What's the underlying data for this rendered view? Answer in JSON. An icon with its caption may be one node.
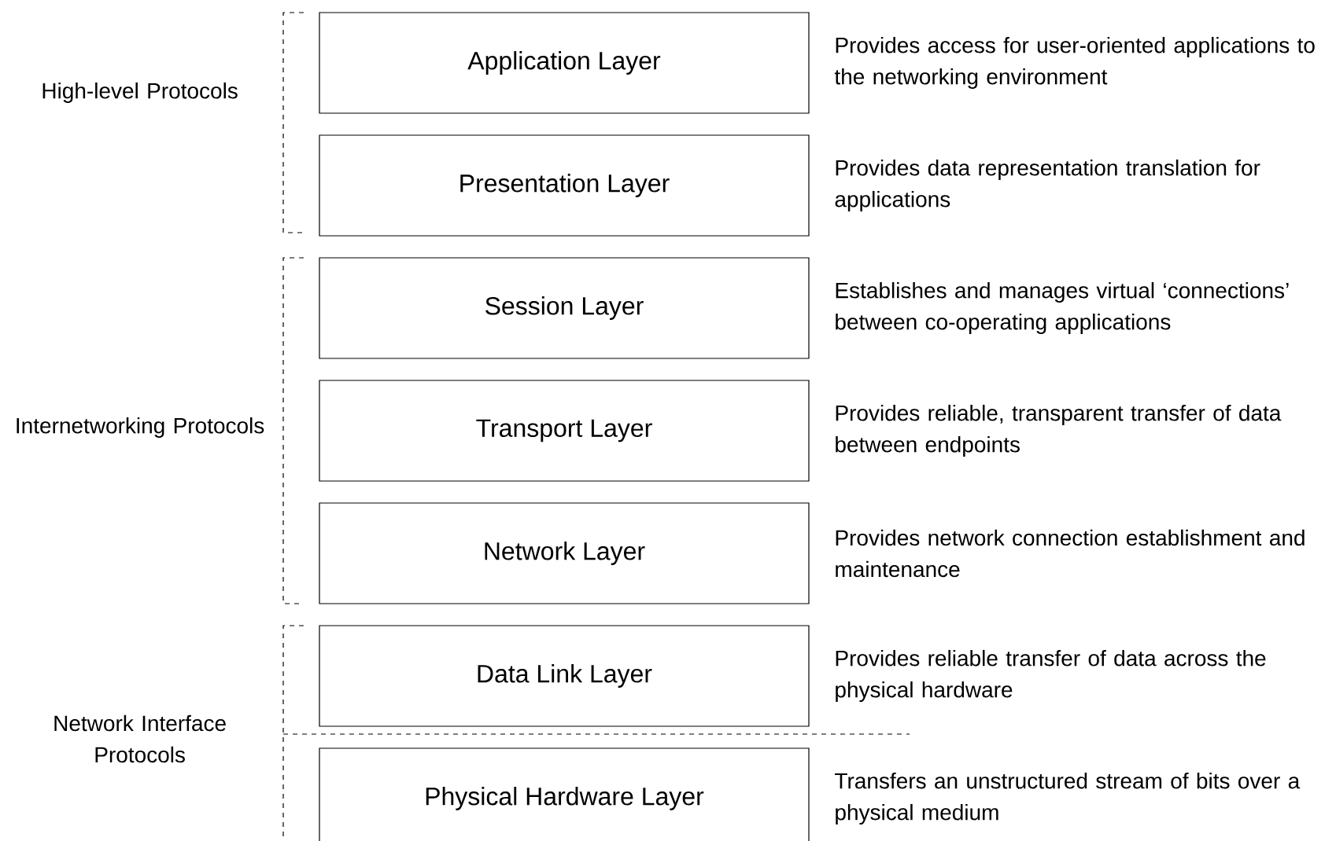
{
  "diagram": {
    "nodes": [
      {
        "text": [
          "Application Layer"
        ],
        "beside": [
          "Provides access for user-oriented applications to the networking environment"
        ]
      },
      {
        "text": [
          "Presentation Layer"
        ],
        "beside": [
          "Provides data representation translation for applications"
        ]
      },
      {
        "text": [
          "Session Layer"
        ],
        "beside": [
          "Establishes and manages virtual ‘connections’ between co-operating applications"
        ]
      },
      {
        "text": [
          "Transport Layer"
        ],
        "beside": [
          "Provides reliable, transparent transfer of data between endpoints"
        ]
      },
      {
        "text": [
          "Network Layer"
        ],
        "beside": [
          "Provides network connection establishment and maintenance"
        ]
      },
      {
        "text": [
          "Data Link Layer"
        ],
        "beside": [
          "Provides reliable transfer of data across the physical hardware"
        ]
      },
      {
        "text": [
          "Physical Hardware Layer"
        ],
        "beside": [
          "Transfers an unstructured stream of bits over a physical medium"
        ]
      }
    ],
    "labels": [
      "High-level Protocols",
      "Internetworking Protocols",
      "Network Interface Protocols"
    ]
  }
}
